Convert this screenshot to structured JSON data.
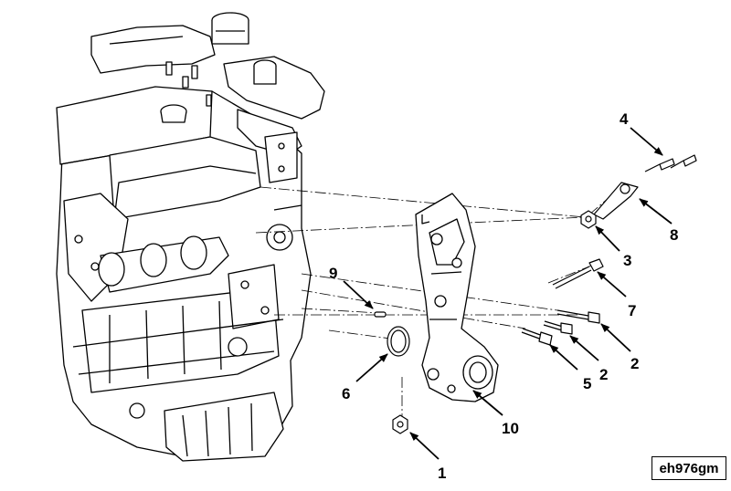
{
  "figure": {
    "id_label": "eh976gm",
    "callouts": [
      {
        "part": "bracket-bolt-short",
        "label": "4"
      },
      {
        "part": "tube-bracket",
        "label": "8"
      },
      {
        "part": "nut",
        "label": "3"
      },
      {
        "part": "long-bolt",
        "label": "7"
      },
      {
        "part": "bolt-a",
        "label": "2"
      },
      {
        "part": "bolt-b",
        "label": "2"
      },
      {
        "part": "bolt-c",
        "label": "5"
      },
      {
        "part": "dowel-pin",
        "label": "9"
      },
      {
        "part": "o-ring",
        "label": "6"
      },
      {
        "part": "bottom-nut",
        "label": "1"
      },
      {
        "part": "housing-assembly",
        "label": "10"
      }
    ]
  }
}
